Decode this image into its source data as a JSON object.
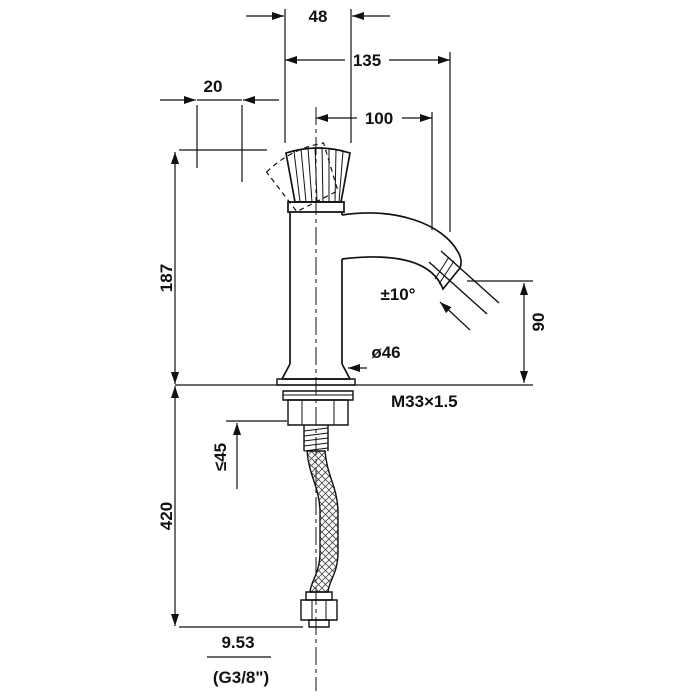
{
  "drawing": {
    "type": "faucet-installation-dimension-drawing",
    "ink_color": "#111111",
    "background_color": "#ffffff"
  },
  "labels": {
    "d48": "48",
    "d135": "135",
    "d20": "20",
    "d100": "100",
    "d187": "187",
    "angle": "±10°",
    "d90": "90",
    "dia46": "ø46",
    "thread": "M33×1.5",
    "deck_max": "≤45",
    "d420": "420",
    "d953": "9.53",
    "g38": "(G3/8\")"
  }
}
